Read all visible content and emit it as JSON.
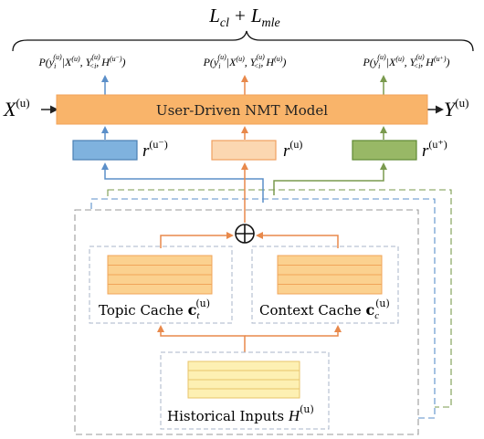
{
  "loss": {
    "lcl": "L",
    "lcl_sub": "cl",
    "plus": "+",
    "lmle": "L",
    "lmle_sub": "mle"
  },
  "probs": {
    "left": {
      "prefix": "P(y",
      "sub": "i",
      "sup": "(u)",
      "mid": "|X",
      "x_sup": "(u)",
      "sep": ", Y",
      "y_sup": "(u)",
      "y_sub": "<i",
      "tail": ", H",
      "h_sup": "(u⁻)",
      "close": ")"
    },
    "center": {
      "prefix": "P(y",
      "sub": "i",
      "sup": "(u)",
      "mid": "|X",
      "x_sup": "(u)",
      "sep": ", Y",
      "y_sup": "(u)",
      "y_sub": "<i",
      "tail": ", H",
      "h_sup": "(u)",
      "close": ")"
    },
    "right": {
      "prefix": "P(y",
      "sub": "i",
      "sup": "(u)",
      "mid": "|X",
      "x_sup": "(u)",
      "sep": ", Y",
      "y_sup": "(u)",
      "y_sub": "<i",
      "tail": ", H",
      "h_sup": "(u⁺)",
      "close": ")"
    }
  },
  "model": {
    "label": "User-Driven NMT Model"
  },
  "input": {
    "base": "X",
    "sup": "(u)"
  },
  "output": {
    "base": "Y",
    "sup": "(u)"
  },
  "reps": {
    "left": {
      "base": "r",
      "sup": "(u⁻)"
    },
    "center": {
      "base": "r",
      "sup": "(u)"
    },
    "right": {
      "base": "r",
      "sup": "(u⁺)"
    }
  },
  "combine": {
    "symbol": "⊕"
  },
  "topic_cache": {
    "label": "Topic Cache ",
    "bold": "c",
    "sub": "t",
    "sup": "(u)"
  },
  "context_cache": {
    "label": "Context Cache ",
    "bold": "c",
    "sub": "c",
    "sup": "(u)"
  },
  "history": {
    "label": "Historical Inputs ",
    "base": "H",
    "sup": "(u)"
  },
  "colors": {
    "model_fill": "#f9b46a",
    "blue_fill": "#7fb2de",
    "blue_stroke": "#4a7fb3",
    "orange_fill": "#fbd7b1",
    "orange_stroke": "#f0a060",
    "green_fill": "#98b866",
    "green_stroke": "#5f8a34",
    "cache_fill": "#fbd18f",
    "cache_stroke": "#f0a55a",
    "history_fill": "#fdf0b3",
    "history_stroke": "#e8c36a",
    "arrow_orange": "#e8894b",
    "arrow_blue": "#5b8fc9",
    "arrow_green": "#7a9a4e"
  }
}
